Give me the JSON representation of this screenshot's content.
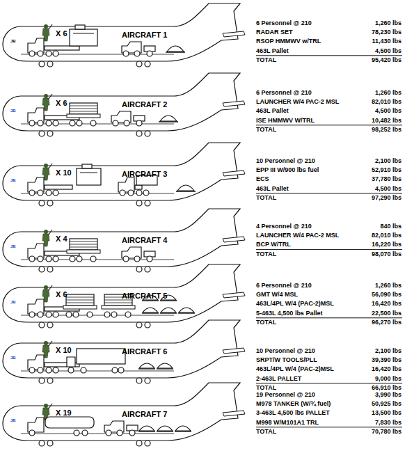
{
  "diagram": {
    "nodes": [
      {
        "text": [
          "X 6",
          "AIRCRAFT 1"
        ]
      },
      {
        "text": [
          "X 6",
          "AIRCRAFT 2"
        ]
      },
      {
        "text": [
          "X 10",
          "AIRCRAFT 3"
        ]
      },
      {
        "text": [
          "X 4",
          "AIRCRAFT 4"
        ]
      },
      {
        "text": [
          "X 6",
          "AIRCRAFT 5"
        ]
      },
      {
        "text": [
          "X 10",
          "AIRCRAFT 6"
        ]
      },
      {
        "text": [
          "X 19",
          "AIRCRAFT 7"
        ]
      }
    ],
    "labels": [
      "6 Personnel @ 210",
      "1,260 lbs",
      "RADAR SET",
      "78,230 lbs",
      "RSOP HMMWV w/TRL",
      "11,430 lbs",
      "463L Pallet",
      "4,500 lbs",
      "TOTAL",
      "95,420 lbs",
      "6 Personnel @ 210",
      "1,260 lbs",
      "LAUNCHER W/4 PAC-2 MSL",
      "82,010 lbs",
      "463L Pallet",
      "4,500 lbs",
      "ISE HMMWV W/TRL",
      "10,482 lbs",
      "TOTAL",
      "98,252 lbs",
      "10 Personnel @ 210",
      "2,100 lbs",
      "EPP III W/900 lbs fuel",
      "52,910 lbs",
      "ECS",
      "37,780 lbs",
      "463L Pallet",
      "4,500 lbs",
      "TOTAL",
      "97,290 lbs",
      "4 Personnel @ 210",
      "840 lbs",
      "LAUNCHER W/4 PAC-2 MSL",
      "82,010 lbs",
      "BCP W/TRL",
      "16,220 lbs",
      "TOTAL",
      "98,070 lbs",
      "6 Personnel @ 210",
      "1,260 lbs",
      "GMT W/4 MSL",
      "56,090 lbs",
      "463L/4PL W/4 (PAC-2)MSL",
      "16,420 lbs",
      "5-463L 4,500 lbs Pallet",
      "22,500 lbs",
      "TOTAL",
      "96,270 lbs",
      "10 Personnel @ 210",
      "2,100 lbs",
      "SRPT/W TOOLS/PLL",
      "39,390 lbs",
      "463L/4PL W/4 (PAC-2)MSL",
      "16,420 lbs",
      "2-463L PALLET",
      "9,000 lbs",
      "TOTAL",
      "66,910 lbs",
      "19 Personnel @ 210",
      "3,990 lbs",
      "M978 TANKER (W/¾ fuel)",
      "50,925 lbs",
      "3-463L 4,500 lbs PALLET",
      "13,500 lbs",
      "M998 W/M101A1 TRL",
      "7,830 lbs",
      "TOTAL",
      "70,780 lbs",
      "JB",
      "JB",
      "JB",
      "JB",
      "JB",
      "JB",
      "JB"
    ]
  }
}
